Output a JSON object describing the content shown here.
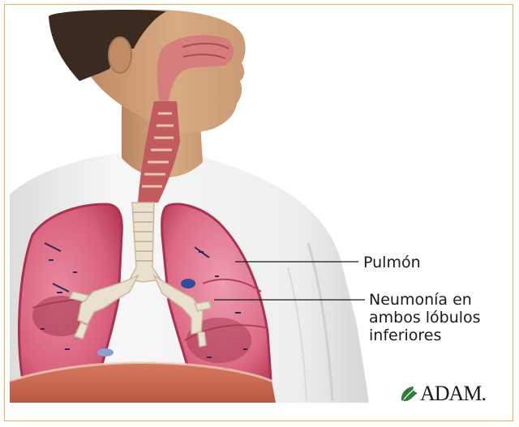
{
  "labels": {
    "pulmon": "Pulmón",
    "neumonia_line1": "Neumonía en",
    "neumonia_line2": "ambos lóbulos",
    "neumonia_line3": "inferiores"
  },
  "logo": {
    "text": "ADAM."
  },
  "colors": {
    "frame_border": "#f0a95a",
    "lung_pink": "#e26c86",
    "lung_dark": "#b73d58",
    "skin": "#d2a47d",
    "hair": "#3a2a20",
    "shirt": "#f2f2f2",
    "trachea": "#e9e0cf",
    "logo_green": "#2f7d3b"
  }
}
